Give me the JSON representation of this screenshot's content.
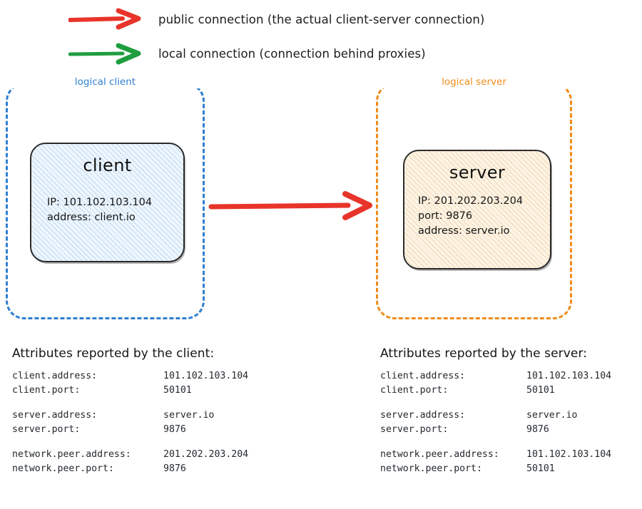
{
  "legend": {
    "items": [
      {
        "id": "public-connection",
        "icon": "red-arrow-icon",
        "color": "#e8342a",
        "label": "public connection (the actual client-server connection)"
      },
      {
        "id": "local-connection",
        "icon": "green-arrow-icon",
        "color": "#1f9d3f",
        "label": "local connection (connection behind proxies)"
      }
    ]
  },
  "diagram": {
    "connection_arrow": {
      "name": "public-connection-arrow",
      "color": "#e8342a",
      "from": "client",
      "to": "server"
    },
    "client_container": {
      "caption": "logical client",
      "color": "#2f7fd0",
      "node": {
        "title": "client",
        "fill": "#eef6fd",
        "hatch": "#bed9f1",
        "props": [
          "IP: 101.102.103.104",
          "address: client.io"
        ]
      }
    },
    "server_container": {
      "caption": "logical server",
      "color": "#f08c1a",
      "node": {
        "title": "server",
        "fill": "#fdf4e6",
        "hatch": "#f0d7ae",
        "props": [
          "IP: 201.202.203.204",
          "port: 9876",
          "address: server.io"
        ]
      }
    }
  },
  "attributes": {
    "client_panel": {
      "heading": "Attributes reported by the client:",
      "groups": [
        {
          "rows": [
            {
              "key": "client.address:",
              "value": "101.102.103.104"
            },
            {
              "key": "client.port:",
              "value": "50101"
            }
          ]
        },
        {
          "rows": [
            {
              "key": "server.address:",
              "value": "server.io"
            },
            {
              "key": "server.port:",
              "value": "9876"
            }
          ]
        },
        {
          "rows": [
            {
              "key": "network.peer.address:",
              "value": "201.202.203.204"
            },
            {
              "key": "network.peer.port:",
              "value": "9876"
            }
          ]
        }
      ]
    },
    "server_panel": {
      "heading": "Attributes reported by the server:",
      "groups": [
        {
          "rows": [
            {
              "key": "client.address:",
              "value": "101.102.103.104"
            },
            {
              "key": "client.port:",
              "value": "50101"
            }
          ]
        },
        {
          "rows": [
            {
              "key": "server.address:",
              "value": "server.io"
            },
            {
              "key": "server.port:",
              "value": "9876"
            }
          ]
        },
        {
          "rows": [
            {
              "key": "network.peer.address:",
              "value": "101.102.103.104"
            },
            {
              "key": "network.peer.port:",
              "value": "50101"
            }
          ]
        }
      ]
    }
  }
}
